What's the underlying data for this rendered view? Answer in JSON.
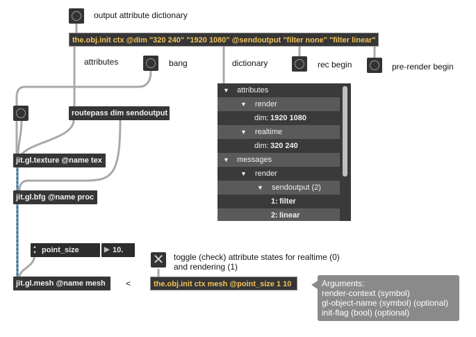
{
  "comments": {
    "output_attr_dict": "output attribute dictionary",
    "attributes": "attributes",
    "bang": "bang",
    "dictionary": "dictionary",
    "rec_begin": "rec begin",
    "prerender_begin": "pre-render begin",
    "toggle_note_1": "toggle (check) attribute states for realtime (0)",
    "toggle_note_2": "and rendering (1)",
    "lt": "<"
  },
  "objects": {
    "init_ctx": "the.obj.init ctx @dim \"320 240\" \"1920 1080\" @sendoutput \"filter none\" \"filter linear\"",
    "routepass": "routepass dim sendoutput",
    "texture": "jit.gl.texture @name tex",
    "bfg": "jit.gl.bfg @name proc",
    "mesh": "jit.gl.mesh @name mesh",
    "init_mesh": "the.obj.init ctx mesh @point_size 1 10"
  },
  "attrui": {
    "name": "point_size",
    "value": "10."
  },
  "dict_view": {
    "rows": [
      {
        "label": "attributes",
        "value": ""
      },
      {
        "label": "render",
        "value": ""
      },
      {
        "label": "dim:",
        "value": "1920 1080"
      },
      {
        "label": "realtime",
        "value": ""
      },
      {
        "label": "dim:",
        "value": "320 240"
      },
      {
        "label": "messages",
        "value": ""
      },
      {
        "label": "render",
        "value": ""
      },
      {
        "label": "sendoutput (2)",
        "value": ""
      },
      {
        "label": "1:",
        "value": "filter"
      },
      {
        "label": "2:",
        "value": "linear"
      }
    ]
  },
  "tooltip": {
    "title": "Arguments:",
    "line1": "render-context (symbol)",
    "line2": "gl-object-name (symbol) (optional)",
    "line3": "init-flag (bool) (optional)"
  },
  "icons": {
    "toggle": "x-toggle-icon",
    "button": "bang-button-icon",
    "disclosure": "triangle-down-icon"
  },
  "colors": {
    "object_bg": "#363636",
    "message_text": "#f3c25a",
    "wire": "#a8a8a8",
    "tooltip_bg": "#8a8a8a"
  }
}
